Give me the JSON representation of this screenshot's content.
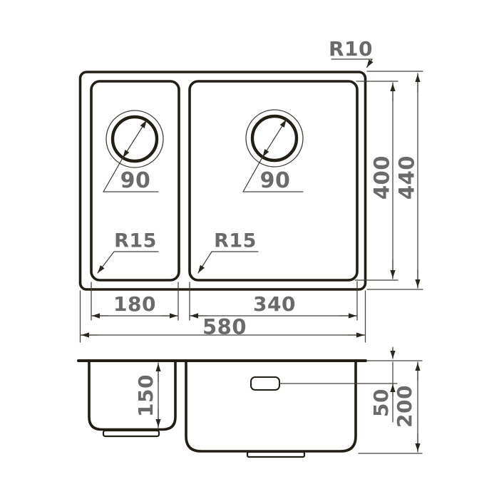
{
  "drawing": {
    "type": "kitchen-sink-technical-drawing",
    "views": {
      "count": 2,
      "top_view": "plan",
      "bottom_view": "front-section"
    },
    "colors": {
      "background": "#ffffff",
      "outline_bold": "#231e14",
      "dimension_line": "#45413a",
      "label_text": "#6a6a6a"
    },
    "labels": {
      "outer_corner_radius": "R10",
      "left_drain_diameter": "90",
      "right_drain_diameter": "90",
      "left_bowl_corner_radius": "R15",
      "right_bowl_corner_radius": "R15",
      "inner_length": "400",
      "outer_length": "440",
      "left_bowl_width": "180",
      "right_bowl_width": "340",
      "overall_width": "580",
      "left_bowl_depth": "150",
      "overflow_offset": "50",
      "overall_depth": "200"
    }
  }
}
